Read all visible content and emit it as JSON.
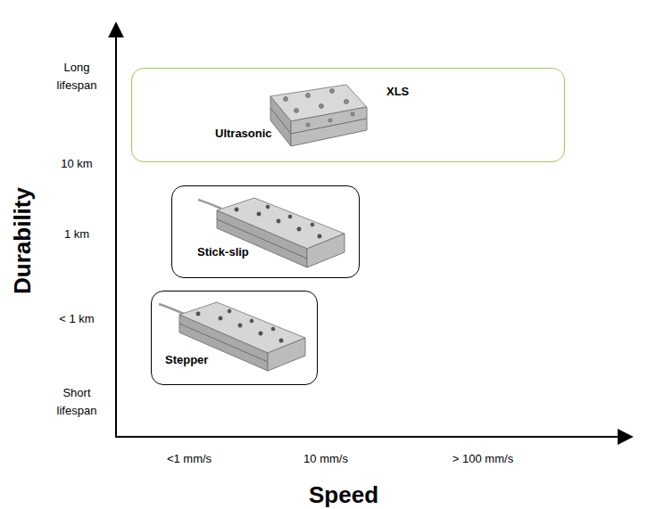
{
  "diagram": {
    "nodes": [
      {
        "text": [
          "XLS",
          "Ultrasonic"
        ]
      },
      {
        "text": [
          "Stick-slip"
        ]
      },
      {
        "text": [
          "Stepper"
        ]
      }
    ],
    "labels": [
      "Durability",
      "Speed",
      "Long lifespan",
      "10 km",
      "1 km",
      "< 1 km",
      "Short lifespan",
      "<1 mm/s",
      "10 mm/s",
      "> 100 mm/s"
    ]
  }
}
